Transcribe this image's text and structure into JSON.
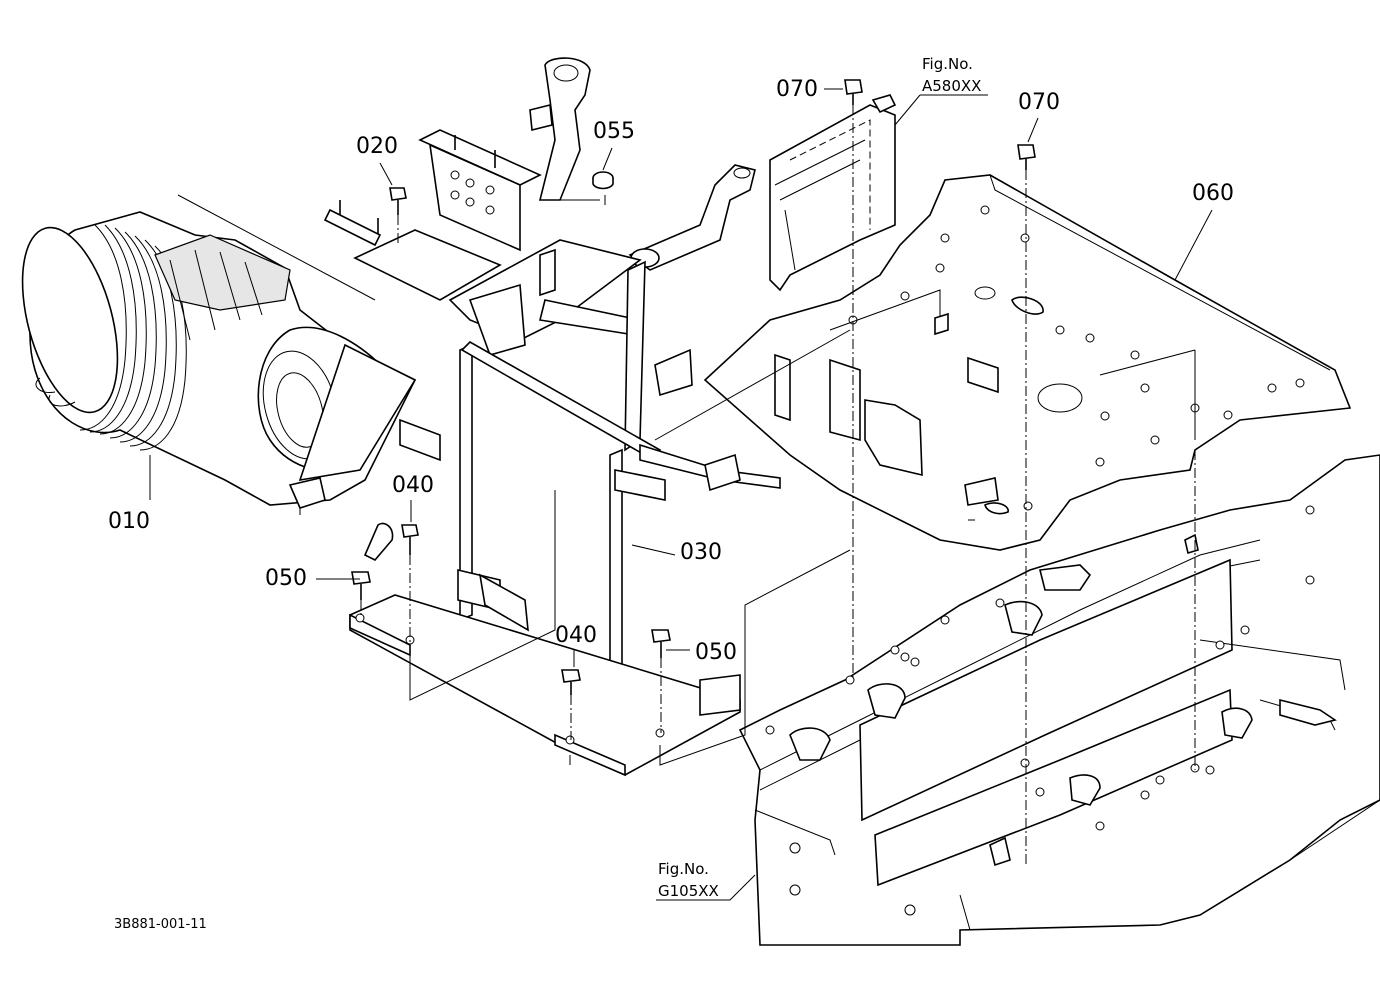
{
  "drawing_code": "3B881-001-11",
  "part_labels": {
    "p010": "010",
    "p020": "020",
    "p030": "030",
    "p040_a": "040",
    "p040_b": "040",
    "p050_a": "050",
    "p050_b": "050",
    "p055": "055",
    "p060": "060",
    "p070_a": "070",
    "p070_b": "070"
  },
  "fig_refs": {
    "a580": {
      "label": "Fig.No.",
      "number": "A580XX"
    },
    "g105": {
      "label": "Fig.No.",
      "number": "G105XX"
    }
  }
}
